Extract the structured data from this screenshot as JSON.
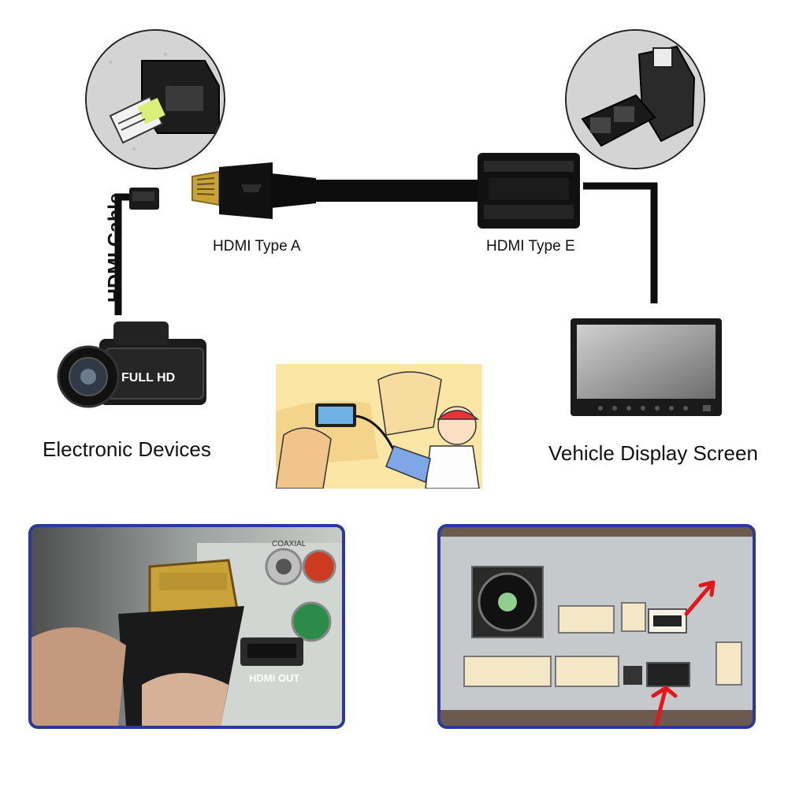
{
  "labels": {
    "hdmi_cable": "HDMI Cable",
    "hdmi_type_a": "HDMI Type A",
    "hdmi_type_e": "HDMI Type E",
    "electronic_devices": "Electronic Devices",
    "vehicle_display_screen": "Vehicle Display Screen"
  },
  "camcorder": {
    "badge": "FULL HD"
  },
  "photo_left": {
    "port_label": "HDMI OUT",
    "coaxial_label": "COAXIAL"
  },
  "colors": {
    "frame_border": "#2a3a9a",
    "cable": "#0d0d0d",
    "annotation_red": "#e3171b",
    "hdmi_gold": "#c9a23a"
  }
}
